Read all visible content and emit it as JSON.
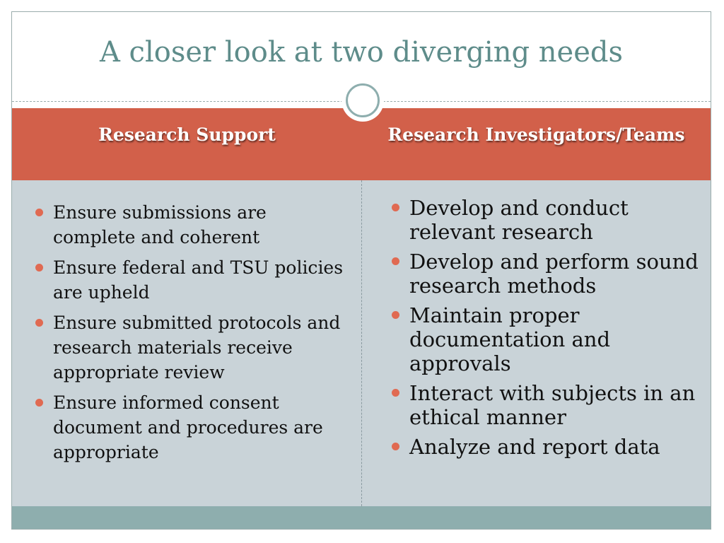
{
  "slide": {
    "title": "A closer look at two diverging needs"
  },
  "table": {
    "headers": [
      "Research Support",
      "Research Investigators/Teams"
    ],
    "left_items": [
      "Ensure submissions are complete and coherent",
      "Ensure federal and TSU policies are upheld",
      "Ensure submitted protocols and research materials receive appropriate review",
      "Ensure informed consent document and procedures are appropriate"
    ],
    "right_items": [
      "Develop and conduct relevant research",
      "Develop and perform sound research methods",
      "Maintain proper documentation and approvals",
      "Interact with subjects in an ethical manner",
      "Analyze and report data"
    ]
  },
  "colors": {
    "title": "#5e8c8a",
    "header_band": "#d2604a",
    "body_band": "#c9d3d8",
    "footer_band": "#8eaeae",
    "bullet": "#e06a52"
  },
  "icons": {
    "ornament": "ring-ornament-icon",
    "bullet": "bullet-dot-icon"
  }
}
